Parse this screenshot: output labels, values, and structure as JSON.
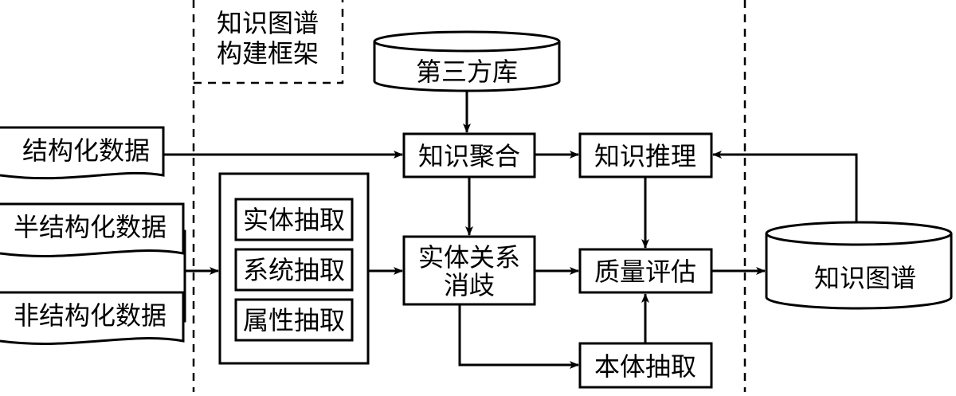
{
  "frame_title": {
    "line1": "知识图谱",
    "line2": "构建框架"
  },
  "nodes": {
    "third_party_lib": "第三方库",
    "knowledge_fusion": "知识聚合",
    "knowledge_reasoning": "知识推理",
    "entity_resolution": {
      "line1": "实体关系",
      "line2": "消歧"
    },
    "quality_assessment": "质量评估",
    "ontology_extraction": "本体抽取",
    "knowledge_graph": "知识图谱"
  },
  "extraction_group": {
    "items": [
      "实体抽取",
      "系统抽取",
      "属性抽取"
    ]
  },
  "data_sources": {
    "structured": "结构化数据",
    "semi_structured": "半结构化数据",
    "unstructured": "非结构化数据"
  }
}
